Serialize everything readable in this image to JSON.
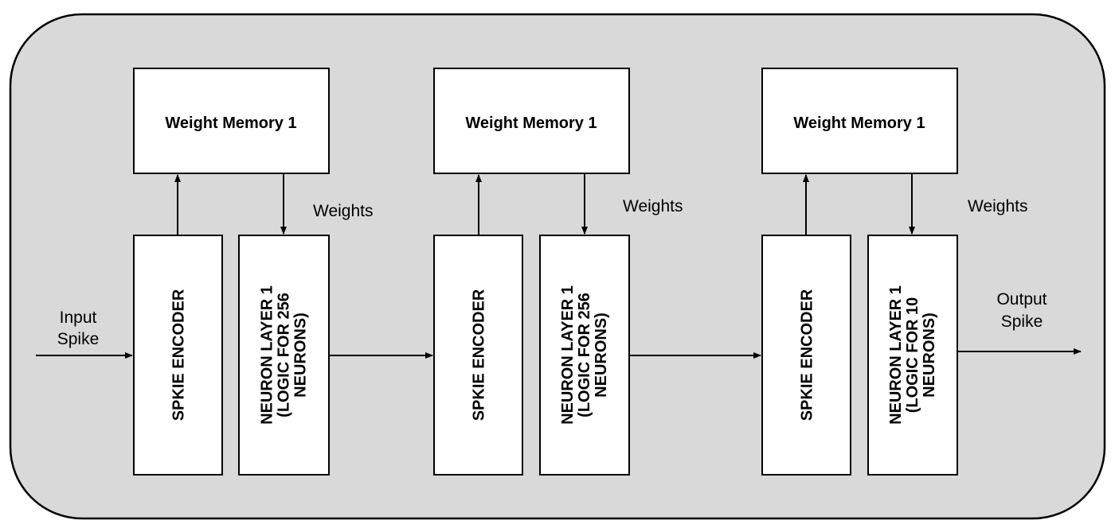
{
  "diagram": {
    "input_label": [
      "Input",
      "Spike"
    ],
    "output_label": [
      "Output",
      "Spike"
    ],
    "stages": [
      {
        "memory_label": "Weight Memory 1",
        "weights_label": "Weights",
        "encoder_label": "SPKIE ENCODER",
        "neuron_lines": [
          "NEURON LAYER 1",
          "(LOGIC FOR 256",
          "NEURONS)"
        ]
      },
      {
        "memory_label": "Weight Memory 1",
        "weights_label": "Weights",
        "encoder_label": "SPKIE ENCODER",
        "neuron_lines": [
          "NEURON LAYER 1",
          "(LOGIC FOR 256",
          "NEURONS)"
        ]
      },
      {
        "memory_label": "Weight Memory 1",
        "weights_label": "Weights",
        "encoder_label": "SPKIE ENCODER",
        "neuron_lines": [
          "NEURON LAYER 1",
          "(LOGIC FOR 10",
          "NEURONS)"
        ]
      }
    ]
  }
}
